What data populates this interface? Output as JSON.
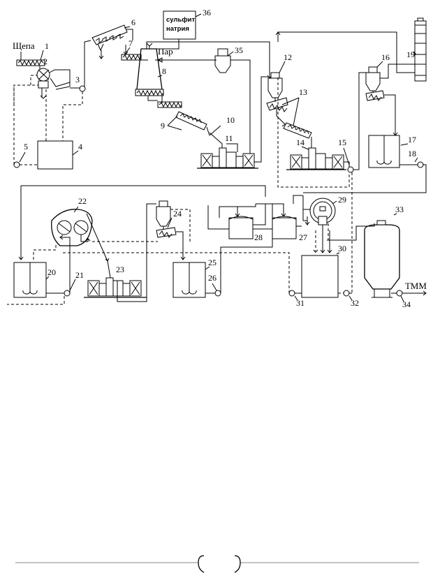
{
  "labels": {
    "chips": "Щепа",
    "steam": "Пар",
    "product": "ТММ",
    "sulfite_line1": "сульфит",
    "sulfite_line2": "натрия"
  },
  "numbers": [
    "1",
    "2",
    "3",
    "4",
    "5",
    "6",
    "7",
    "8",
    "9",
    "10",
    "11",
    "12",
    "13",
    "14",
    "15",
    "16",
    "17",
    "18",
    "19",
    "20",
    "21",
    "22",
    "23",
    "24",
    "25",
    "26",
    "27",
    "28",
    "29",
    "30",
    "31",
    "32",
    "33",
    "34",
    "35",
    "36"
  ]
}
